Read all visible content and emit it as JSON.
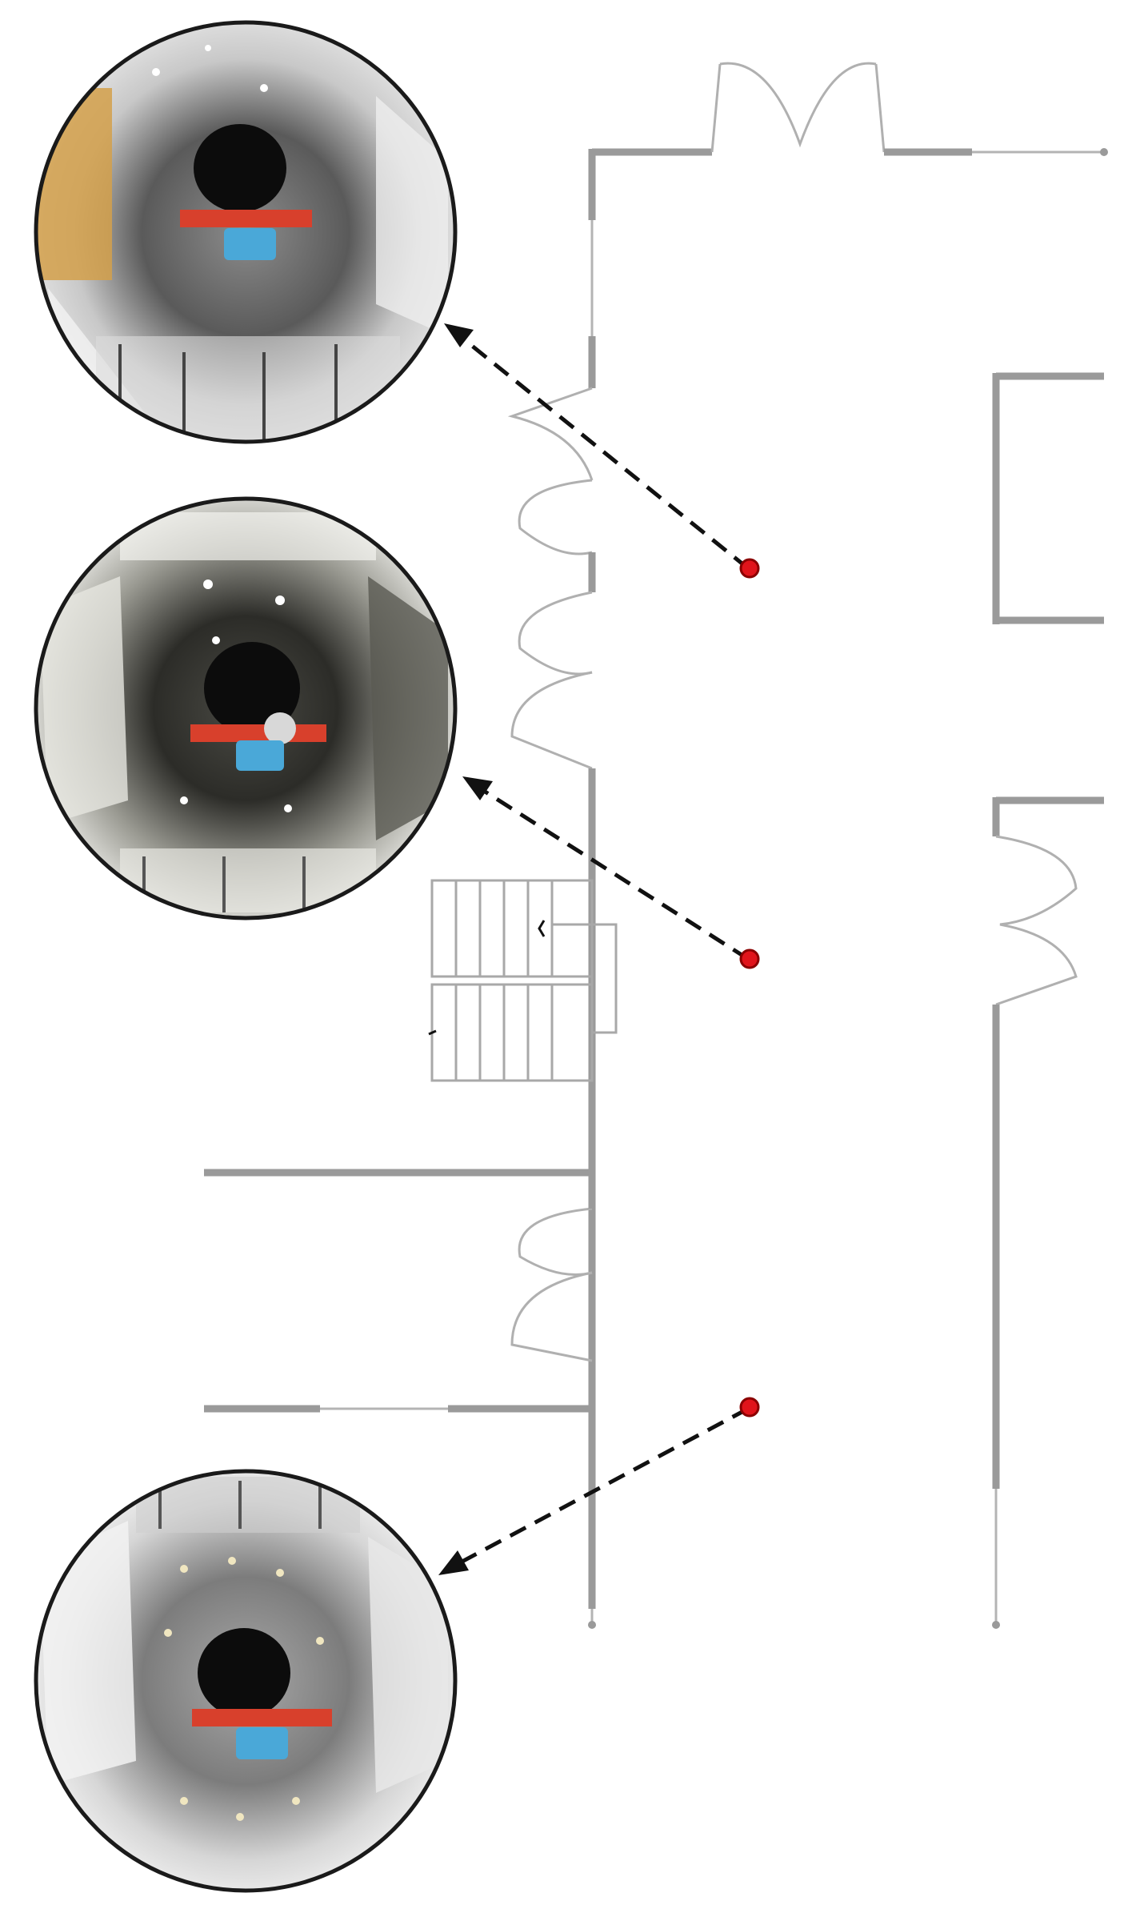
{
  "colors": {
    "wall": "#9a9a9a",
    "camera_marker": "#e0141b",
    "arrow": "#111111",
    "view_border": "#1a1a1a"
  },
  "camera_positions": [
    {
      "id": "position-1",
      "fisheye_tone": "warm-indoor"
    },
    {
      "id": "position-2",
      "fisheye_tone": "dark-floor"
    },
    {
      "id": "position-3",
      "fisheye_tone": "bright-hall"
    }
  ],
  "icons": {
    "camera_marker": "red-dot-icon",
    "arrow": "dashed-arrow-icon",
    "fisheye_view": "fisheye-image-icon"
  }
}
